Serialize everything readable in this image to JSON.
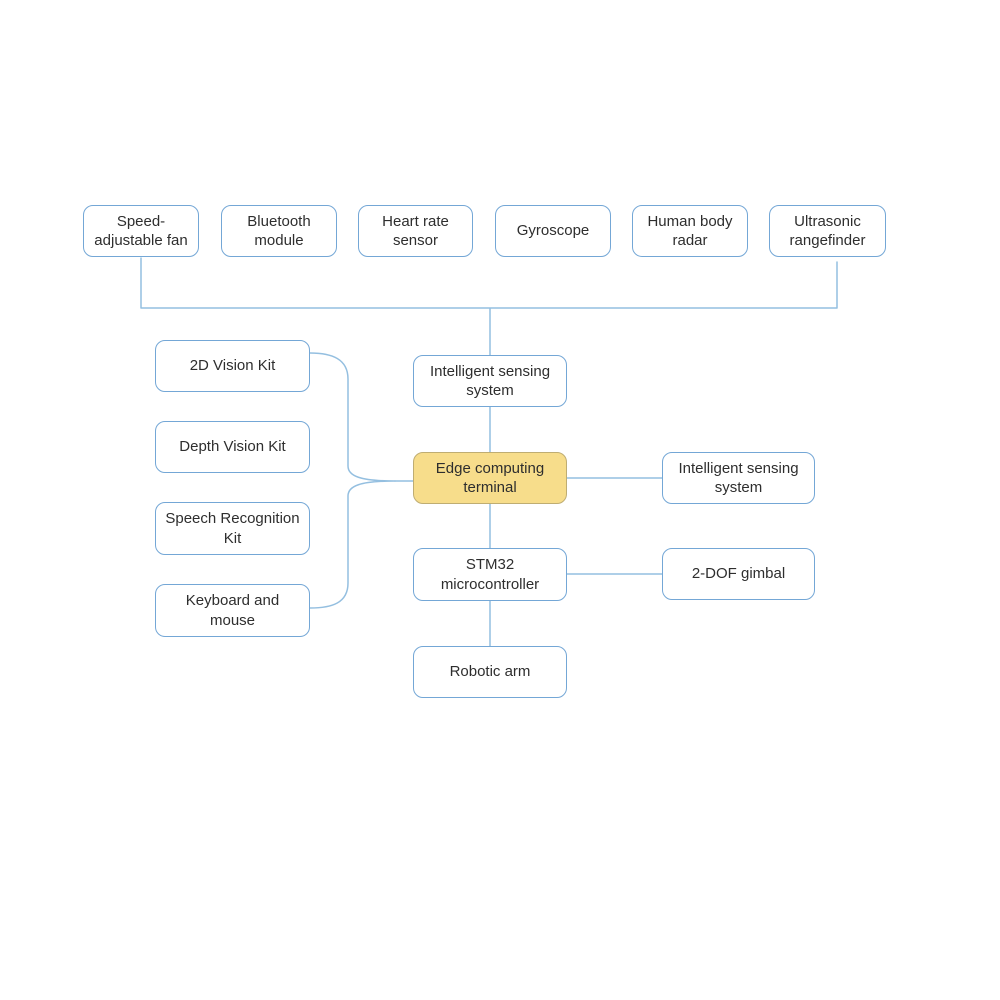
{
  "colors": {
    "background": "#ffffff",
    "box_fill": "#ffffff",
    "box_border": "#74a7d6",
    "highlight_fill": "#f7dd8b",
    "highlight_border": "#bfad72",
    "connector": "#94bfe0",
    "text": "#2e2e2e"
  },
  "nodes": {
    "fan": {
      "label": "Speed-\nadjustable fan"
    },
    "bluetooth": {
      "label": "Bluetooth\nmodule"
    },
    "heart_rate": {
      "label": "Heart rate\nsensor"
    },
    "gyroscope": {
      "label": "Gyroscope"
    },
    "radar": {
      "label": "Human body\nradar"
    },
    "ultrasonic": {
      "label": "Ultrasonic\nrangefinder"
    },
    "vision_2d": {
      "label": "2D Vision Kit"
    },
    "depth_vision": {
      "label": "Depth Vision Kit"
    },
    "speech": {
      "label": "Speech Recognition\nKit"
    },
    "keyboard": {
      "label": "Keyboard and\nmouse"
    },
    "sensing_center": {
      "label": "Intelligent sensing\nsystem"
    },
    "edge_terminal": {
      "label": "Edge computing\nterminal"
    },
    "stm32": {
      "label": "STM32\nmicrocontroller"
    },
    "robotic_arm": {
      "label": "Robotic arm"
    },
    "sensing_right": {
      "label": "Intelligent sensing\nsystem"
    },
    "gimbal": {
      "label": "2-DOF gimbal"
    }
  }
}
